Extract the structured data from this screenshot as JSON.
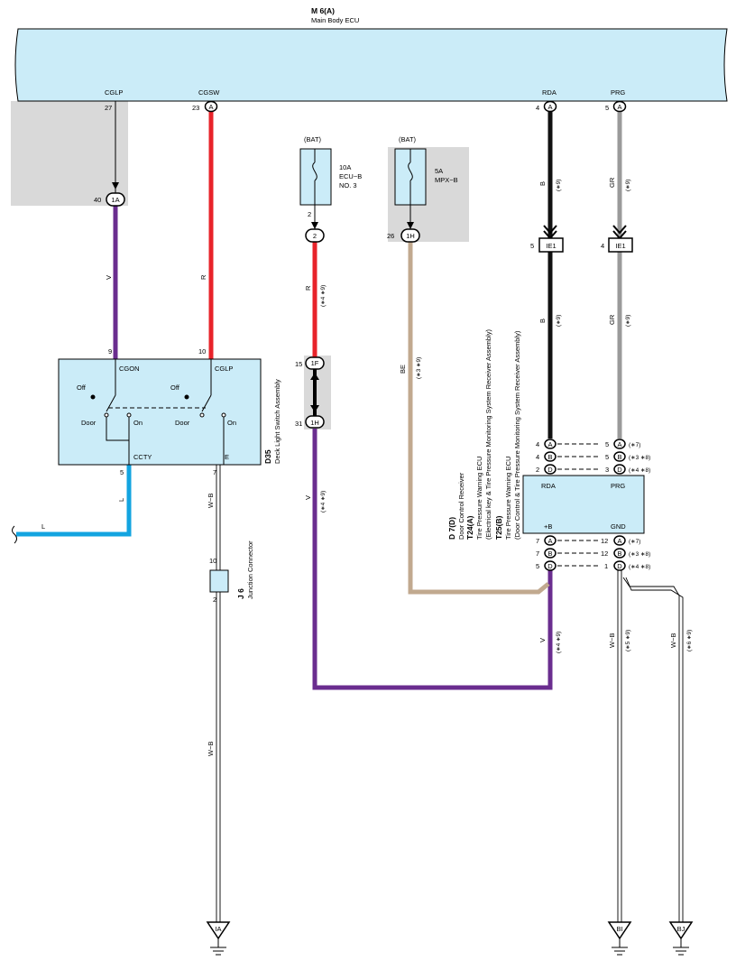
{
  "ecu": {
    "name": "M 6(A)",
    "desc": "Main Body ECU"
  },
  "ecu_pins": {
    "cglp": "CGLP",
    "cgsw": "CGSW",
    "rda": "RDA",
    "prg": "PRG"
  },
  "ecu_pin_numbers": {
    "cglp": "27",
    "cgsw": "23",
    "rda": "4",
    "prg": "5"
  },
  "ecu_conn": {
    "cgsw": "A",
    "rda": "A",
    "prg": "A"
  },
  "conn_1a": {
    "pin": "40",
    "label": "1A"
  },
  "wires": {
    "v_left": "V",
    "r_mid": "R",
    "l_out": "L",
    "l_drop": "L",
    "wb_left_upper": "W−B",
    "wb_left_lower": "W−B",
    "r_fuse": "R",
    "r_fuse_note": "(∗4 ∗9)",
    "v_mid": "V",
    "v_mid_note": "(∗4 ∗9)",
    "be": "BE",
    "be_note": "(∗3 ∗9)",
    "b_upper": "B",
    "b_upper_note": "(∗9)",
    "gr_upper": "GR",
    "gr_upper_note": "(∗9)",
    "b_lower": "B",
    "b_lower_note": "(∗9)",
    "gr_lower": "GR",
    "gr_lower_note": "(∗9)",
    "v_bottom": "V",
    "v_bottom_note": "(∗4 ∗9)",
    "wb_bi": "W−B",
    "wb_bi_note": "(∗5 ∗9)",
    "wb_bj": "W−B",
    "wb_bj_note": "(∗6 ∗9)"
  },
  "fuse1": {
    "source": "(BAT)",
    "rating": "10A",
    "name": "ECU−B",
    "name2": "NO. 3",
    "pin": "2",
    "conn": "2"
  },
  "fuse2": {
    "source": "(BAT)",
    "rating": "5A",
    "name": "MPX−B",
    "pin": "26",
    "conn": "1H"
  },
  "conn_1f": {
    "pin": "15",
    "label": "1F"
  },
  "conn_1h": {
    "pin": "31",
    "label": "1H"
  },
  "switch": {
    "code": "D35",
    "desc": "Deck Light Switch Assembly",
    "pin_cgon_num": "9",
    "pin_cglp_num": "10",
    "cgon": "CGON",
    "cglp": "CGLP",
    "ccty": "CCTY",
    "e": "E",
    "off1": "Off",
    "off2": "Off",
    "door1": "Door",
    "door2": "Door",
    "on1": "On",
    "on2": "On",
    "pin_ccty_num": "5",
    "pin_e_num": "7"
  },
  "ie1_left": {
    "pin": "5",
    "label": "IE1"
  },
  "ie1_right": {
    "pin": "4",
    "label": "IE1"
  },
  "junction": {
    "code": "J 6",
    "desc": "Junction Connector",
    "pin_top": "10",
    "pin_bottom": "2"
  },
  "receiver": {
    "label1": "D 7(D)",
    "desc1": "Door Control Receiver",
    "label2": "T24(A)",
    "desc2a": "Tire Pressure Warning ECU",
    "desc2b": "(Electrical key & Tire Pressure Monitoring System Receiver Assembly)",
    "label3": "T25(B)",
    "desc3a": "Tire Pressure Warning ECU",
    "desc3b": "(Door Control & Tire Pressure Monitoring System Receiver Assembly)",
    "rda": "RDA",
    "prg": "PRG",
    "plusb": "+B",
    "gnd": "GND"
  },
  "receiver_top_left": [
    {
      "num": "4",
      "conn": "A"
    },
    {
      "num": "4",
      "conn": "B"
    },
    {
      "num": "2",
      "conn": "D"
    }
  ],
  "receiver_top_right": [
    {
      "num": "5",
      "conn": "A",
      "note": "(∗7)"
    },
    {
      "num": "5",
      "conn": "B",
      "note": "(∗3 ∗8)"
    },
    {
      "num": "3",
      "conn": "D",
      "note": "(∗4 ∗8)"
    }
  ],
  "receiver_bot_left": [
    {
      "num": "7",
      "conn": "A"
    },
    {
      "num": "7",
      "conn": "B"
    },
    {
      "num": "5",
      "conn": "D"
    }
  ],
  "receiver_bot_right": [
    {
      "num": "12",
      "conn": "A",
      "note": "(∗7)"
    },
    {
      "num": "12",
      "conn": "B",
      "note": "(∗3 ∗8)"
    },
    {
      "num": "1",
      "conn": "D",
      "note": "(∗4 ∗8)"
    }
  ],
  "grounds": {
    "ia": "IA",
    "bi": "BI",
    "bj": "BJ"
  },
  "colors": {
    "panel": "#cbecf8",
    "gray": "#d9d9d9",
    "purple": "#6a2d8f",
    "red": "#e8232a",
    "black": "#111111",
    "grayWire": "#9a9a9a",
    "tan": "#c1a98f",
    "blue": "#13a4e0"
  }
}
